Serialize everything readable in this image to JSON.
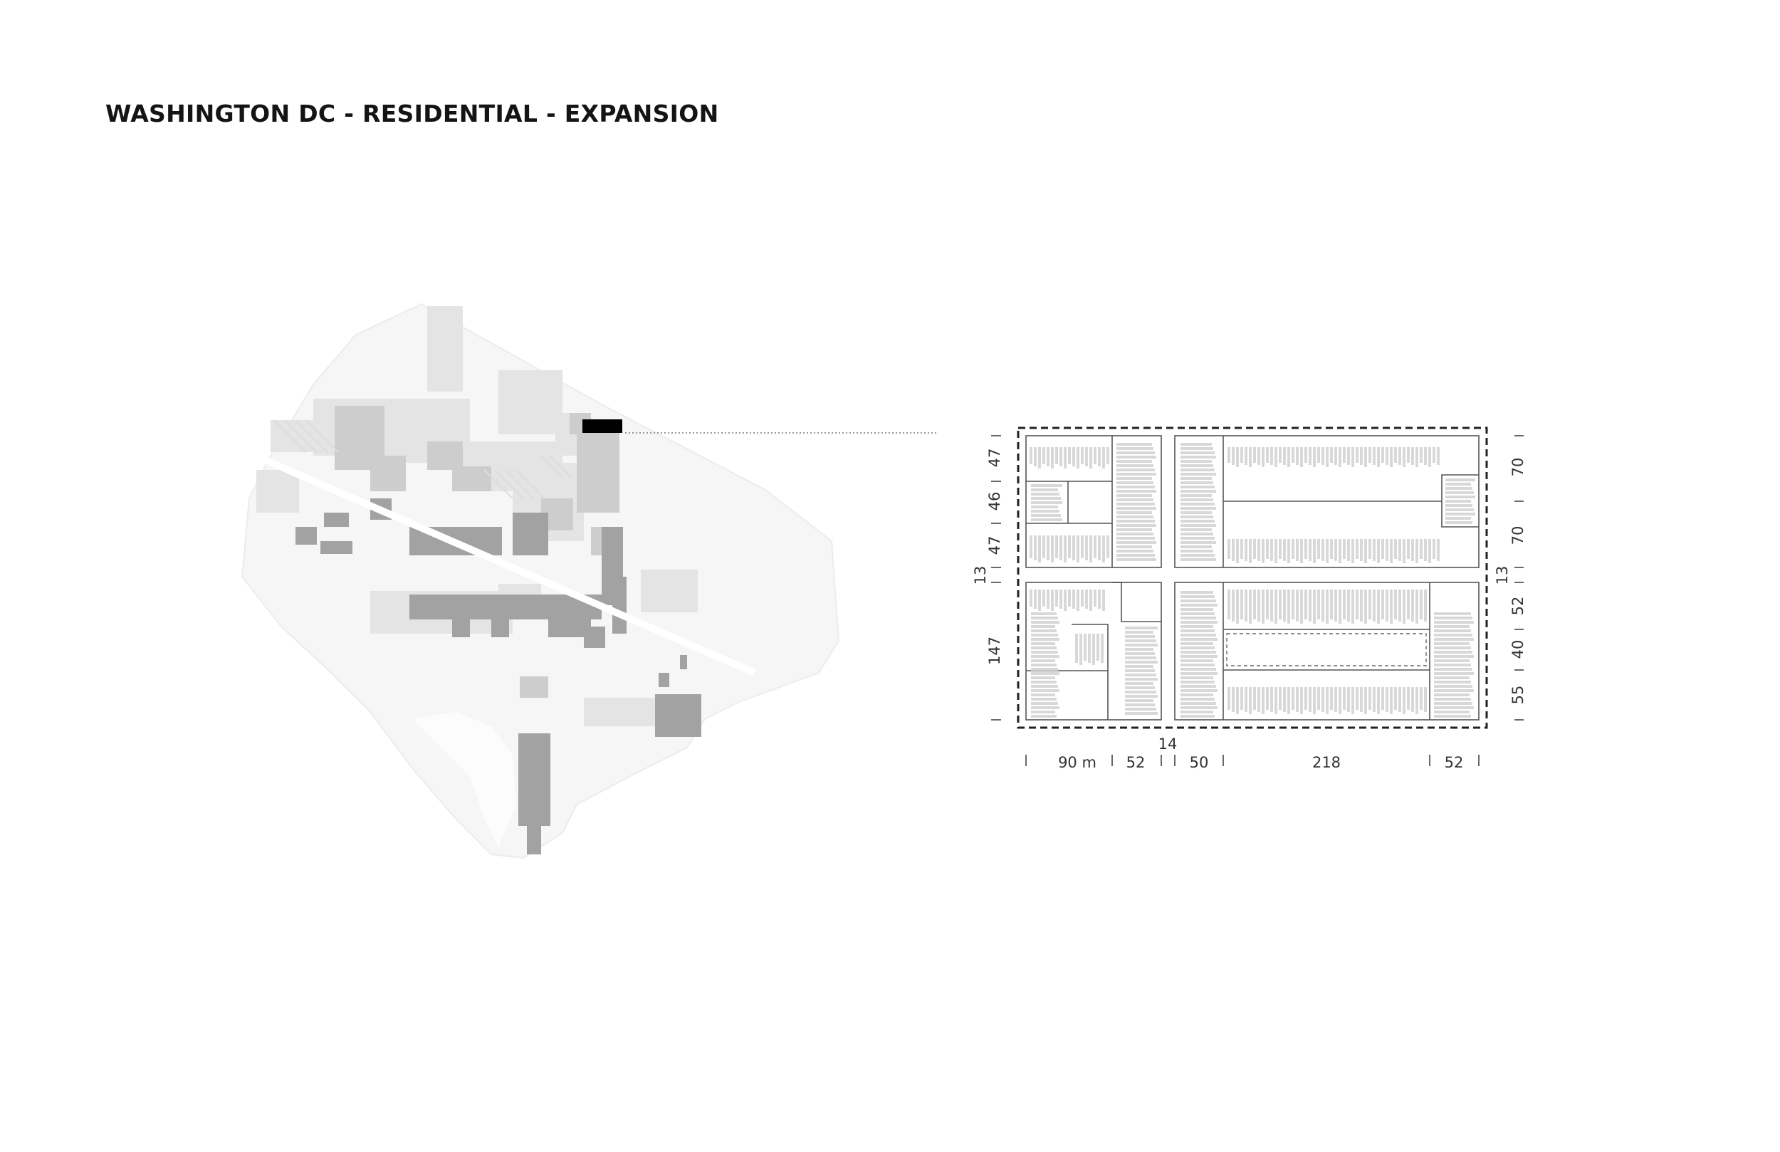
{
  "title": "WASHINGTON DC - RESIDENTIAL - EXPANSION",
  "map": {
    "highlight_color": "#000000",
    "district_colors": [
      "#f3f3f3",
      "#dedede",
      "#bdbdbd",
      "#999999"
    ]
  },
  "plan": {
    "top_left_heights": [
      "47",
      "46",
      "47"
    ],
    "bottom_left_height": "147",
    "street_gap_left": "13",
    "street_gap_right": "13",
    "right_top_heights": [
      "70",
      "70"
    ],
    "right_bottom_heights": [
      "52",
      "40",
      "55"
    ],
    "vertical_street": "14",
    "bottom_widths": [
      "90 m",
      "52",
      "50",
      "218",
      "52"
    ]
  }
}
